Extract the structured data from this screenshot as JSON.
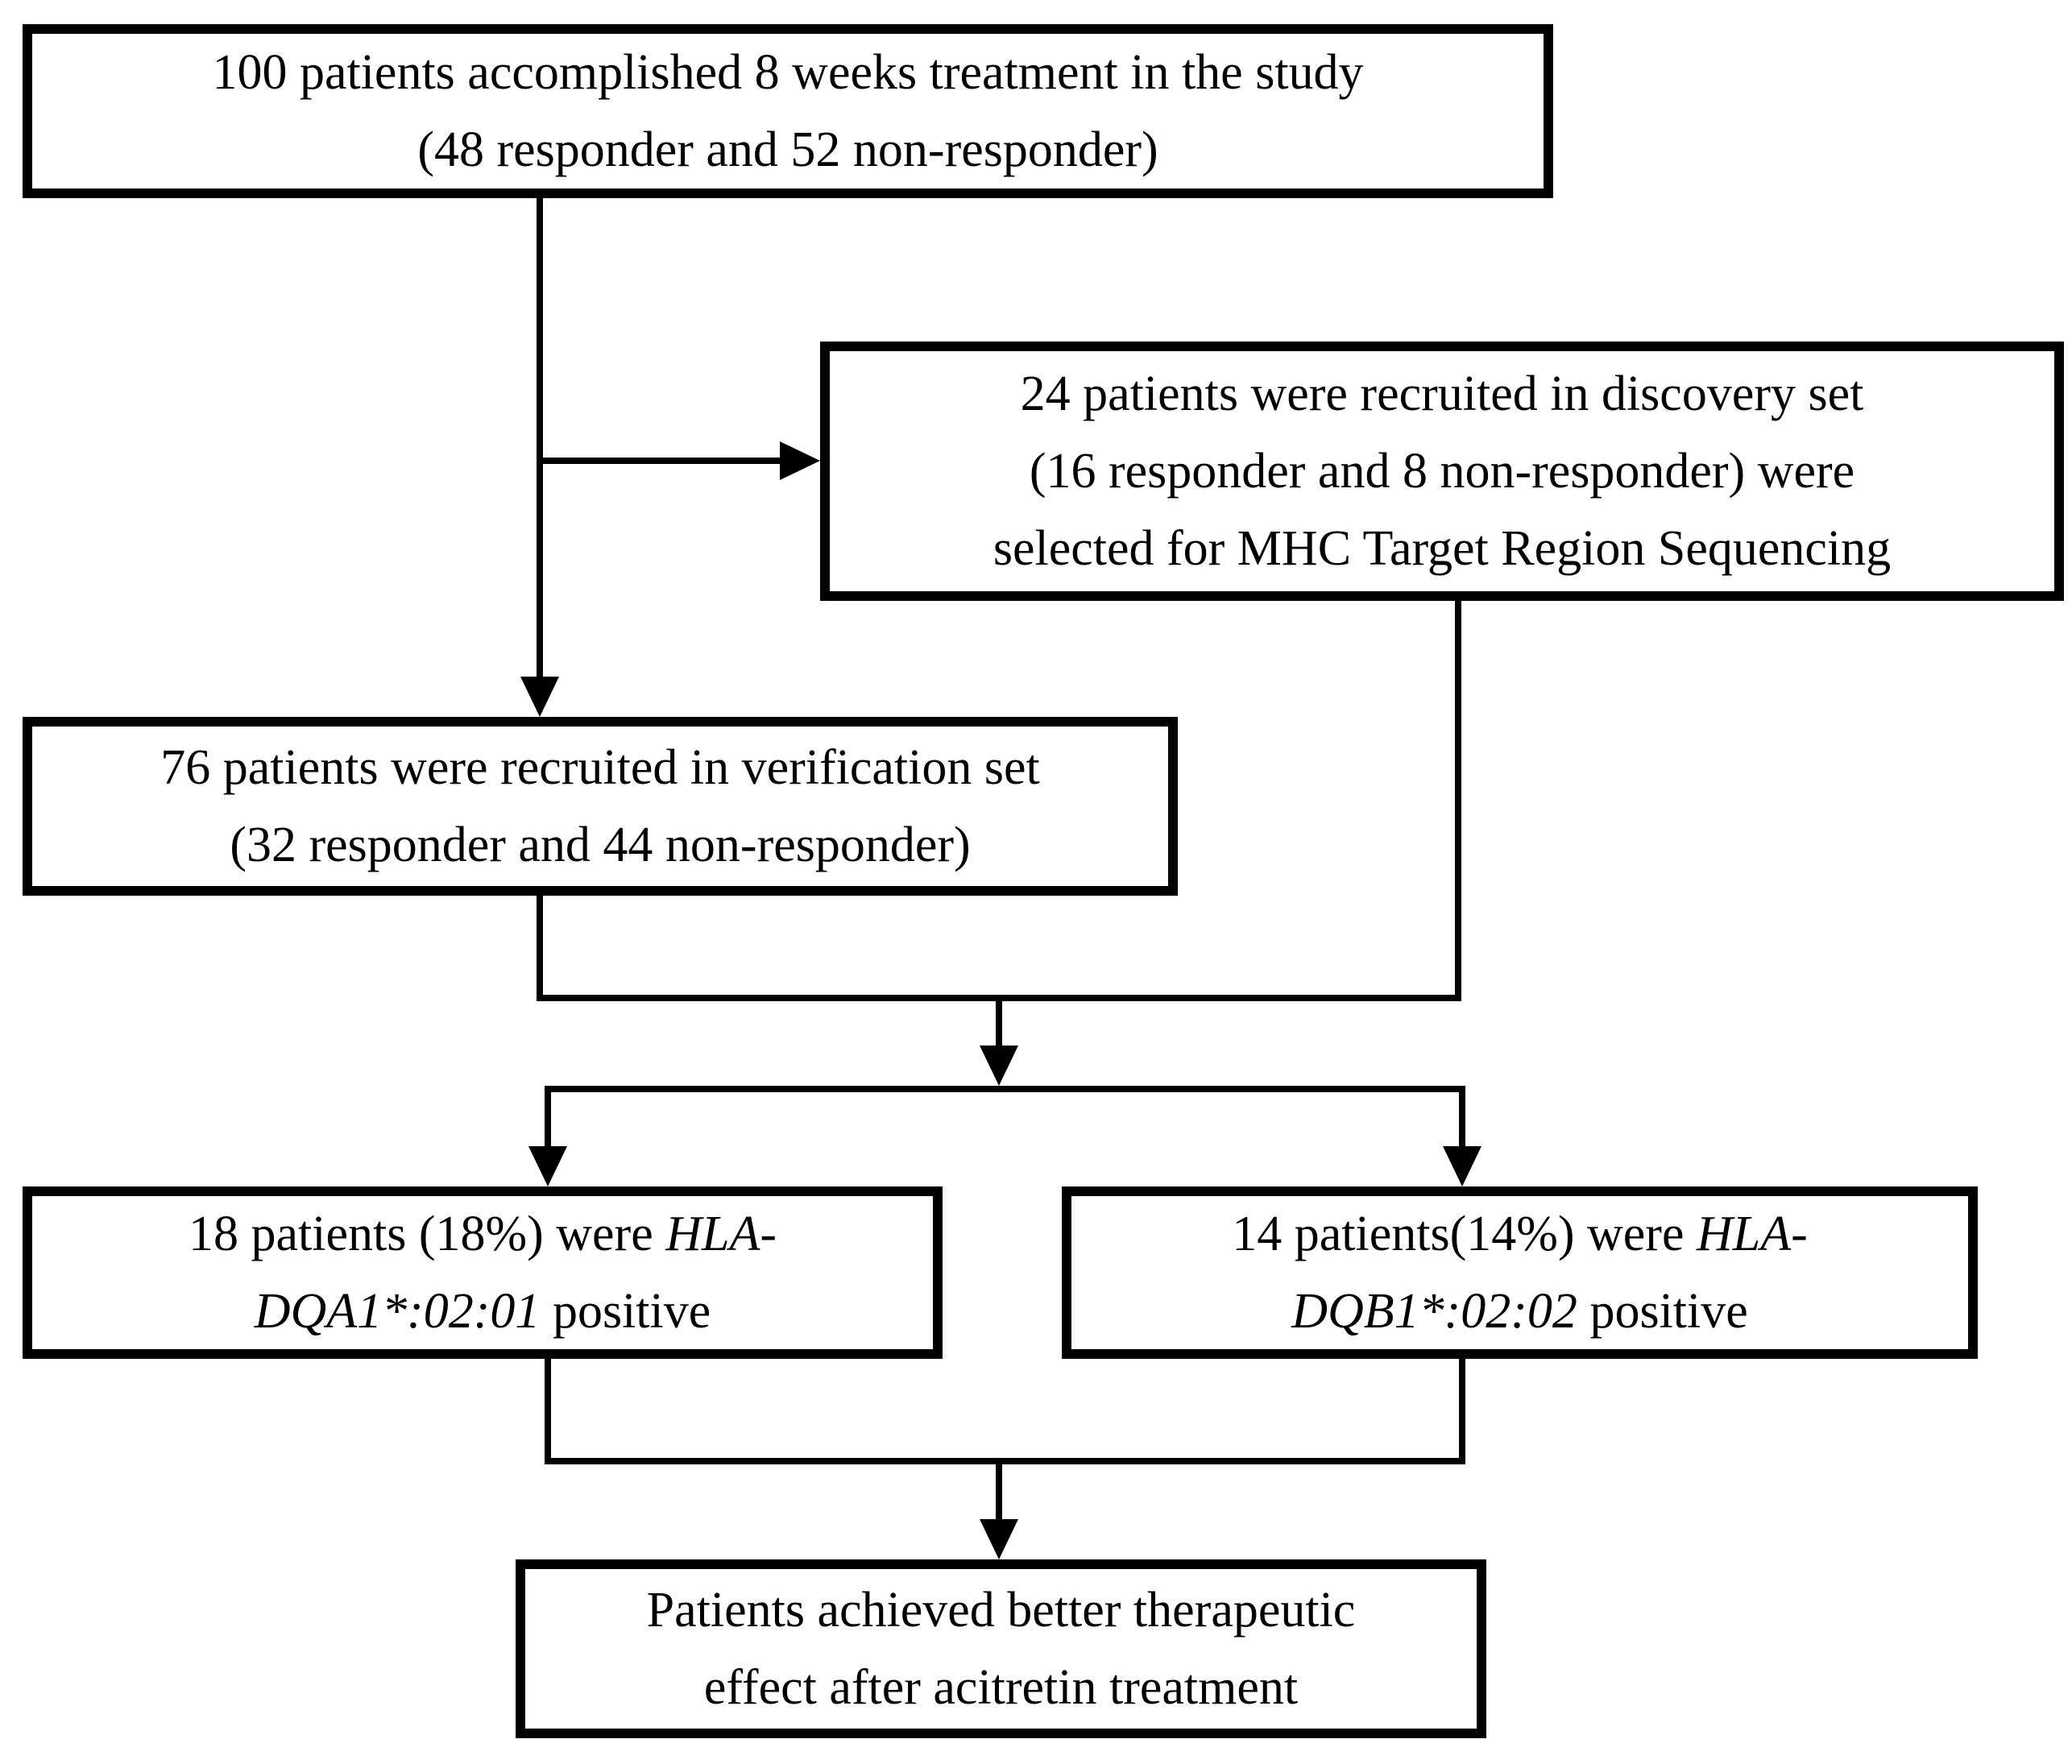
{
  "colors": {
    "background": "#ffffff",
    "line": "#000000",
    "text": "#000000"
  },
  "boxes": {
    "study": {
      "line1": "100 patients accomplished 8 weeks treatment in the study",
      "line2": "(48 responder and 52 non-responder)"
    },
    "discovery": {
      "line1": "24 patients were recruited in discovery set",
      "line2": "(16 responder and 8 non-responder) were",
      "line3": "selected for MHC Target Region Sequencing"
    },
    "verification": {
      "line1": "76 patients were recruited in verification set",
      "line2": "(32 responder and 44 non-responder)"
    },
    "dqa1": {
      "line1_normal": "18 patients (18%) were ",
      "line1_italic": "HLA-",
      "line2_italic": "DQA1*:02:01",
      "line2_normal": " positive"
    },
    "dqb1": {
      "line1_normal": "14 patients(14%) were ",
      "line1_italic": "HLA-",
      "line2_italic": "DQB1*:02:02",
      "line2_normal": " positive"
    },
    "outcome": {
      "line1": "Patients achieved better therapeutic",
      "line2": "effect after acitretin treatment"
    }
  },
  "edges": [
    {
      "from": "study",
      "to": "discovery"
    },
    {
      "from": "study",
      "to": "verification"
    },
    {
      "from": "verification+discovery",
      "to": "dqa1"
    },
    {
      "from": "verification+discovery",
      "to": "dqb1"
    },
    {
      "from": "dqa1+dqb1",
      "to": "outcome"
    }
  ]
}
